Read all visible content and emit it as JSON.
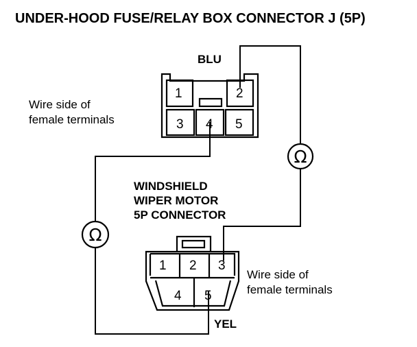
{
  "title": "UNDER-HOOD FUSE/RELAY BOX CONNECTOR J (5P)",
  "relay_connector": {
    "wire_color": "BLU",
    "caption_line1": "Wire side of",
    "caption_line2": "female terminals",
    "pins": [
      "1",
      "2",
      "3",
      "4",
      "5"
    ]
  },
  "motor_connector": {
    "name_line1": "WINDSHIELD",
    "name_line2": "WIPER MOTOR",
    "name_line3": "5P CONNECTOR",
    "wire_color": "YEL",
    "caption_line1": "Wire side of",
    "caption_line2": "female terminals",
    "pins": [
      "1",
      "2",
      "3",
      "4",
      "5"
    ]
  },
  "meters": {
    "left_symbol": "Ω",
    "right_symbol": "Ω"
  },
  "colors": {
    "ink": "#000000",
    "background": "#ffffff"
  }
}
